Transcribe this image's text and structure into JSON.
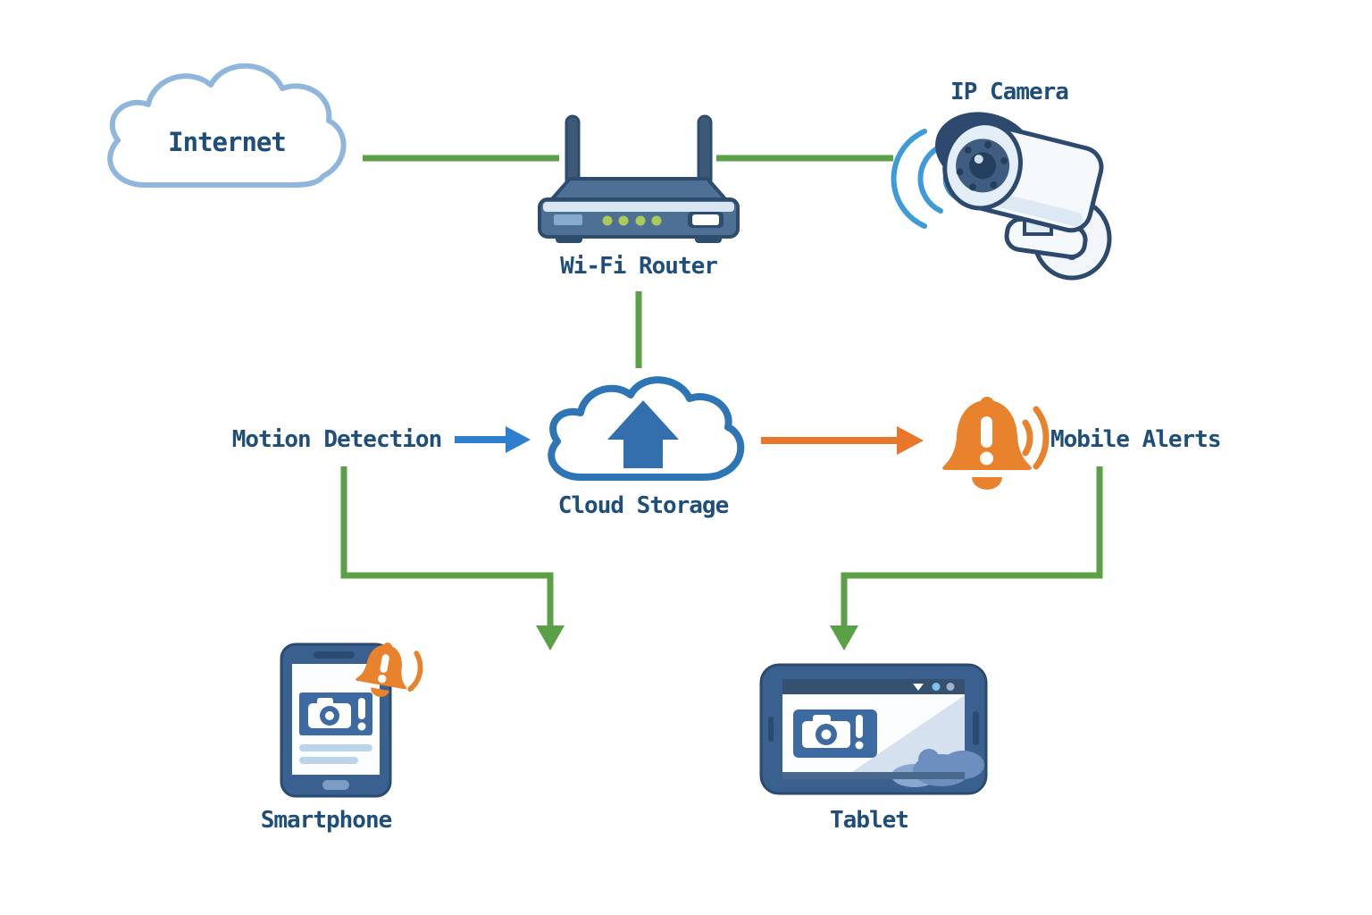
{
  "diagram": {
    "background_color": "#ffffff",
    "nodes": {
      "internet": {
        "label": "Internet",
        "icon": "cloud-icon"
      },
      "router": {
        "label": "Wi-Fi Router",
        "icon": "wifi-router-icon"
      },
      "ip_camera": {
        "label": "IP Camera",
        "icon": "security-camera-icon"
      },
      "motion_detection": {
        "label": "Motion Detection",
        "icon": "none"
      },
      "cloud_storage": {
        "label": "Cloud Storage",
        "icon": "cloud-upload-icon"
      },
      "mobile_alerts": {
        "label": "Mobile Alerts",
        "icon": "alert-bell-icon"
      },
      "smartphone": {
        "label": "Smartphone",
        "icon": "smartphone-notification-icon"
      },
      "tablet": {
        "label": "Tablet",
        "icon": "tablet-icon"
      }
    },
    "edges": [
      {
        "from": "internet",
        "to": "router",
        "type": "line",
        "color": "green"
      },
      {
        "from": "router",
        "to": "ip_camera",
        "type": "line",
        "color": "green"
      },
      {
        "from": "router",
        "to": "cloud_storage",
        "type": "line",
        "color": "green"
      },
      {
        "from": "motion_detection",
        "to": "cloud_storage",
        "type": "arrow",
        "color": "blue"
      },
      {
        "from": "cloud_storage",
        "to": "mobile_alerts",
        "type": "arrow",
        "color": "orange"
      },
      {
        "from": "motion_detection",
        "to": "smartphone",
        "type": "elbow-arrow",
        "color": "green"
      },
      {
        "from": "mobile_alerts",
        "to": "tablet",
        "type": "elbow-arrow",
        "color": "green"
      }
    ],
    "colors": {
      "connector_green": "#5aa046",
      "arrow_blue": "#2d7fd0",
      "arrow_orange": "#e8772a",
      "label_text": "#1e4e79",
      "internet_cloud_outline": "#91b6db",
      "storage_cloud_outline": "#2e75b6",
      "upload_arrow": "#336fad",
      "bell_orange": "#e8822c",
      "device_body": "#3a608f",
      "device_outline": "#2b4a70",
      "router_body": "#4e7095",
      "router_outline": "#2e4d6d",
      "wifi_wave_blue": "#3e9bd8",
      "camera_outline": "#2d4a6e"
    }
  }
}
